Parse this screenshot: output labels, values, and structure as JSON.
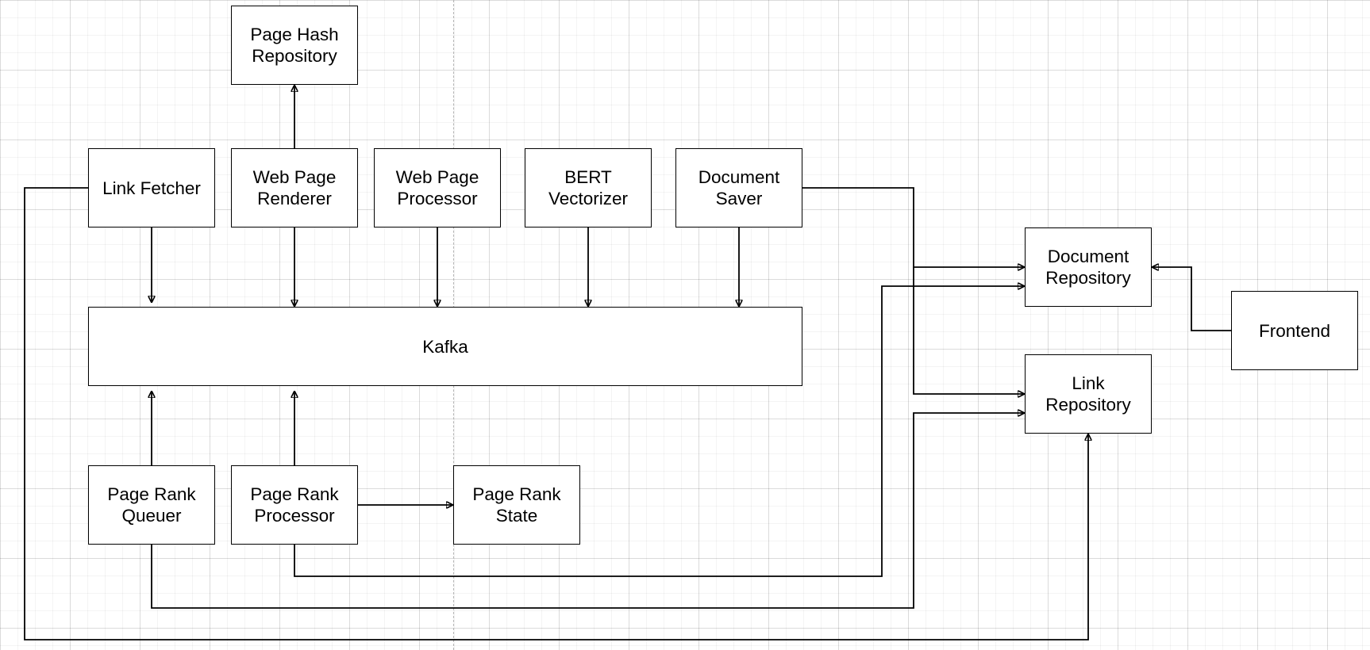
{
  "diagram": {
    "nodes": {
      "page_hash_repository": "Page Hash Repository",
      "link_fetcher": "Link Fetcher",
      "web_page_renderer": "Web Page Renderer",
      "web_page_processor": "Web Page Processor",
      "bert_vectorizer": "BERT Vectorizer",
      "document_saver": "Document Saver",
      "kafka": "Kafka",
      "document_repository": "Document Repository",
      "link_repository": "Link Repository",
      "frontend": "Frontend",
      "page_rank_queuer": "Page Rank Queuer",
      "page_rank_processor": "Page Rank Processor",
      "page_rank_state": "Page Rank State"
    },
    "edges": [
      {
        "from": "web_page_renderer",
        "to": "page_hash_repository"
      },
      {
        "from": "link_fetcher",
        "to": "kafka"
      },
      {
        "from": "web_page_renderer",
        "to": "kafka"
      },
      {
        "from": "web_page_processor",
        "to": "kafka"
      },
      {
        "from": "bert_vectorizer",
        "to": "kafka"
      },
      {
        "from": "document_saver",
        "to": "kafka"
      },
      {
        "from": "page_rank_queuer",
        "to": "kafka"
      },
      {
        "from": "page_rank_processor",
        "to": "kafka"
      },
      {
        "from": "page_rank_processor",
        "to": "page_rank_state"
      },
      {
        "from": "document_saver",
        "to": "document_repository"
      },
      {
        "from": "document_saver",
        "to": "link_repository"
      },
      {
        "from": "page_rank_processor",
        "to": "document_repository"
      },
      {
        "from": "page_rank_queuer",
        "to": "link_repository"
      },
      {
        "from": "link_fetcher",
        "to": "link_repository"
      },
      {
        "from": "frontend",
        "to": "document_repository"
      }
    ]
  }
}
